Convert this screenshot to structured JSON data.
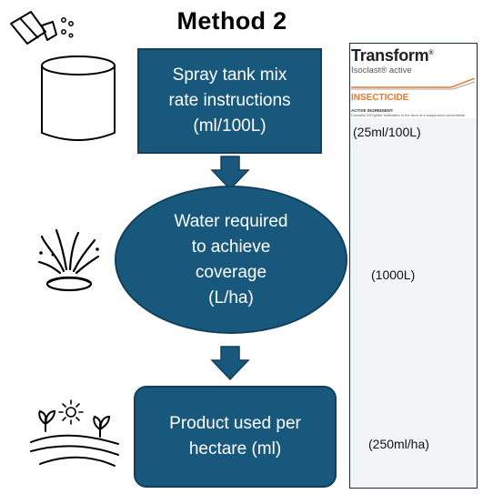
{
  "title": "Method 2",
  "steps": [
    {
      "text": "Spray tank mix rate instructions (ml/100L)",
      "lines": [
        "Spray tank mix",
        "rate instructions",
        "(ml/100L)"
      ]
    },
    {
      "text": "Water required to achieve coverage (L/ha)",
      "lines": [
        "Water required",
        "to achieve",
        "coverage",
        "(L/ha)"
      ]
    },
    {
      "text": "Product used per hectare (ml)",
      "lines": [
        "Product used per",
        "hectare (ml)"
      ]
    }
  ],
  "product_label": {
    "brand": "Transform",
    "registered": "®",
    "subbrand": "Isoclast® active",
    "category": "INSECTICIDE",
    "active_ingredient_label": "ACTIVE INGREDIENT:",
    "active_ingredient_text": "Contains 240 g/litre sulfoxaflor in the form of a suspension concentrate"
  },
  "values": [
    "(25ml/100L)",
    "(1000L)",
    "(250ml/ha)"
  ],
  "colors": {
    "node_fill": "#19587d",
    "node_border": "#123f5c",
    "accent_orange": "#e8772e"
  },
  "icons": [
    "spray-nozzle-icon",
    "cylinder-tank-icon",
    "water-splash-icon",
    "farm-field-icon",
    "sun-icon"
  ]
}
